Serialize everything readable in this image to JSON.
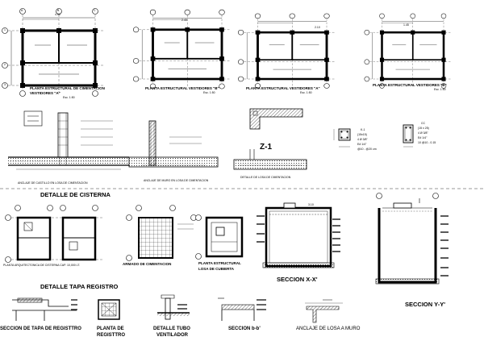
{
  "plans": [
    {
      "title": "PLANTA ESTRUCTURAL DE CIMENTACION",
      "subtitle": "VESTIDORES \"A\"",
      "scale": "Esc. 1:50"
    },
    {
      "title": "PLANTA ESTRUCTURAL VESTIDORES \"B\"",
      "subtitle": "",
      "scale": "Esc. 1:50"
    },
    {
      "title": "PLANTA ESTRUCTURAL VESTIDORES \"A\"",
      "subtitle": "",
      "scale": "Esc. 1:50"
    },
    {
      "title": "PLANTA ESTRUCTURAL VESTIDORES \"B\"",
      "subtitle": "",
      "scale": "Esc. 1:50"
    }
  ],
  "grid_letters": [
    "A",
    "B",
    "C",
    "D"
  ],
  "grid_numbers": [
    "1",
    "2",
    "3"
  ],
  "dims": {
    "plan_total": "4.90",
    "plan_a": "2.45",
    "plan_b": "2.10",
    "plan_c": "1.45",
    "cistern_top": "3.10"
  },
  "anclaje_castillo": "ANCLAJE DE CASTILLO EN LOSA DE CIMENTACION",
  "anclaje_muro": "ANCLAJE DE MURO EN LOSA DE CIMENTACION",
  "zapata": {
    "label": "Z-1",
    "caption": "DETALLE DE LOSA DE CIMENTACION"
  },
  "castillo_k1": {
    "name": "K-1",
    "spec1": "(15x15)",
    "spec2": "4 Ø 3/8\"",
    "spec3": "E# 1/4\"",
    "spec4": "@10 - @20 cm"
  },
  "cadena_cc": {
    "name": "CC",
    "spec1": "(15 x 25)",
    "spec2": "4 Ø 3/8\"",
    "spec3": "E# 1/4\"",
    "spec4": "10 @10 - 0.15"
  },
  "detalle_cisterna": "DETALLE DE CISTERNA",
  "cisterna_arq": "PLANTA ARQUITECTONICA DE CISTERNA CAP. 10,000 LT.",
  "armado_cim": "ARMADO DE CIMENTACION",
  "planta_losa_line1": "PLANTA ESTRUCTURAL",
  "planta_losa_line2": "LOSA DE CUBIERTA",
  "seccion_xx": "SECCION X-X'",
  "seccion_yy": "SECCION Y-Y'",
  "detalle_tapa": "DETALLE TAPA REGISTRO",
  "seccion_tapa": "SECCION DE TAPA DE REGISTTRO",
  "planta_registro_line1": "PLANTA DE",
  "planta_registro_line2": "REGISTTRO",
  "detalle_tubo_line1": "DETALLE TUBO",
  "detalle_tubo_line2": "VENTILADOR",
  "seccion_bb": "SECCION b-b'",
  "anclaje_losa": "ANCLAJE DE LOSA A MURO"
}
